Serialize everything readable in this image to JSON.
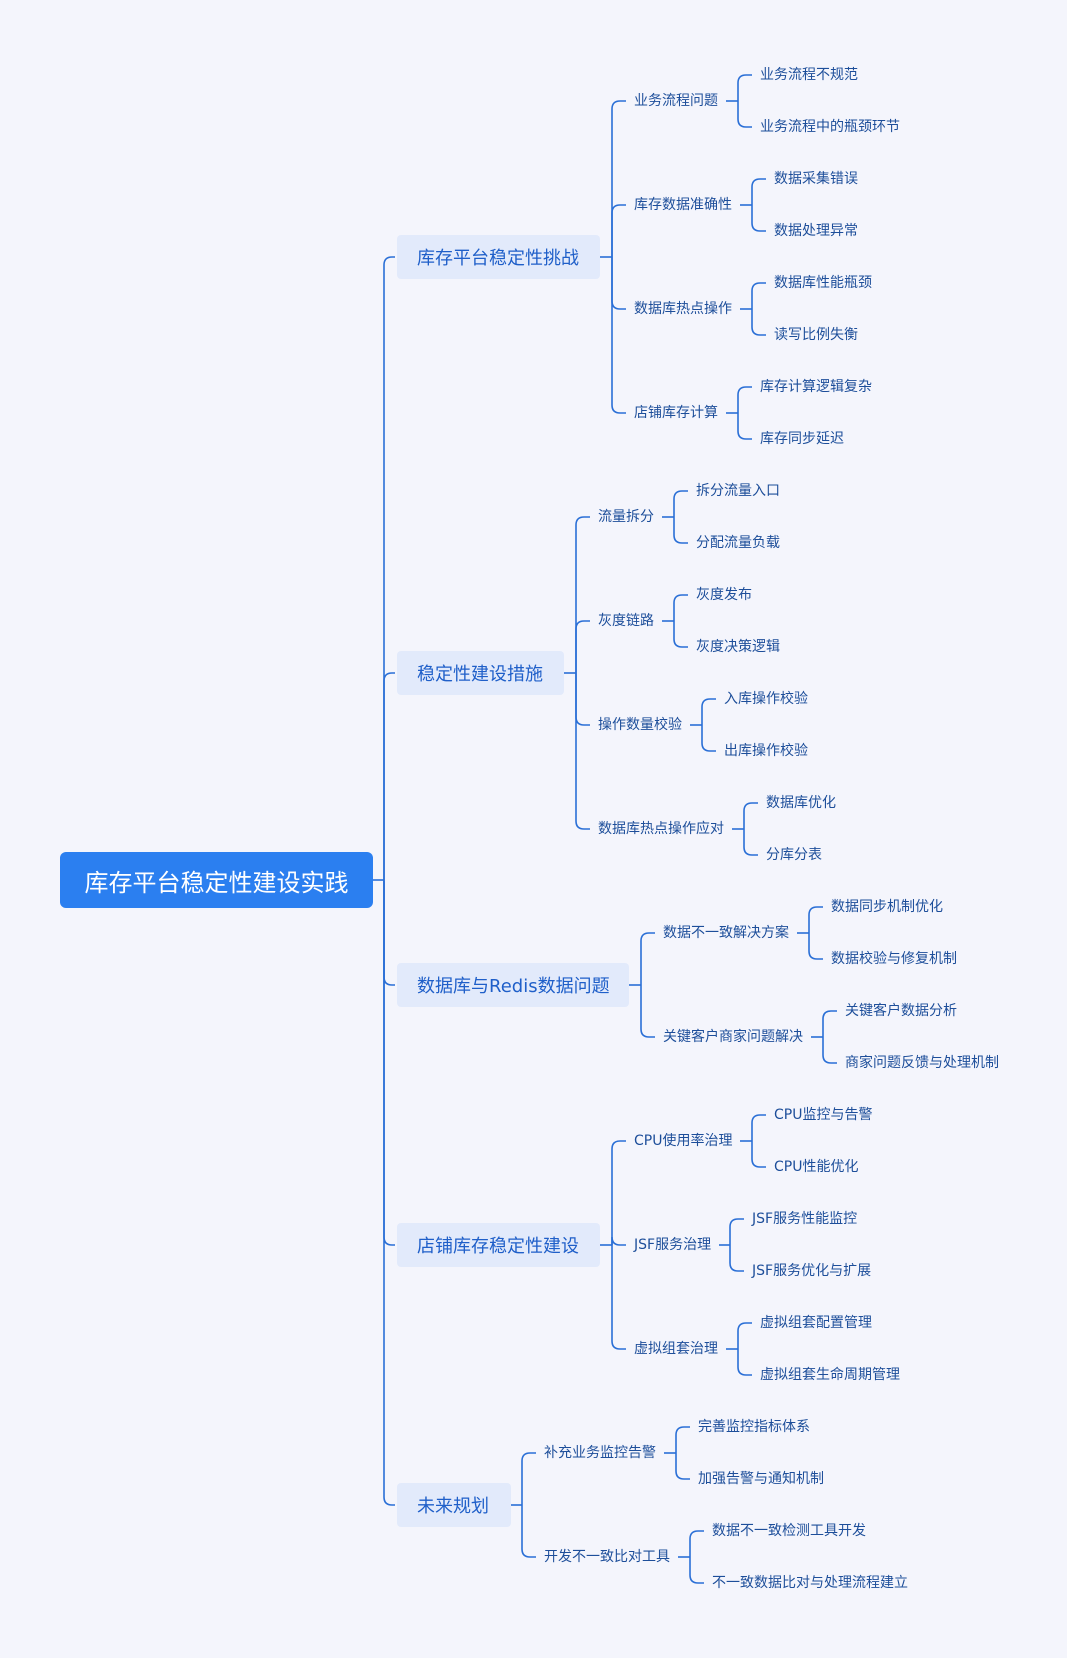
{
  "root": "库存平台稳定性建设实践",
  "branches": [
    {
      "label": "库存平台稳定性挑战",
      "children": [
        {
          "label": "业务流程问题",
          "children": [
            "业务流程不规范",
            "业务流程中的瓶颈环节"
          ]
        },
        {
          "label": "库存数据准确性",
          "children": [
            "数据采集错误",
            "数据处理异常"
          ]
        },
        {
          "label": "数据库热点操作",
          "children": [
            "数据库性能瓶颈",
            "读写比例失衡"
          ]
        },
        {
          "label": "店铺库存计算",
          "children": [
            "库存计算逻辑复杂",
            "库存同步延迟"
          ]
        }
      ]
    },
    {
      "label": "稳定性建设措施",
      "children": [
        {
          "label": "流量拆分",
          "children": [
            "拆分流量入口",
            "分配流量负载"
          ]
        },
        {
          "label": "灰度链路",
          "children": [
            "灰度发布",
            "灰度决策逻辑"
          ]
        },
        {
          "label": "操作数量校验",
          "children": [
            "入库操作校验",
            "出库操作校验"
          ]
        },
        {
          "label": "数据库热点操作应对",
          "children": [
            "数据库优化",
            "分库分表"
          ]
        }
      ]
    },
    {
      "label": "数据库与Redis数据问题",
      "children": [
        {
          "label": "数据不一致解决方案",
          "children": [
            "数据同步机制优化",
            "数据校验与修复机制"
          ]
        },
        {
          "label": "关键客户商家问题解决",
          "children": [
            "关键客户数据分析",
            "商家问题反馈与处理机制"
          ]
        }
      ]
    },
    {
      "label": "店铺库存稳定性建设",
      "children": [
        {
          "label": "CPU使用率治理",
          "children": [
            "CPU监控与告警",
            "CPU性能优化"
          ]
        },
        {
          "label": "JSF服务治理",
          "children": [
            "JSF服务性能监控",
            "JSF服务优化与扩展"
          ]
        },
        {
          "label": "虚拟组套治理",
          "children": [
            "虚拟组套配置管理",
            "虚拟组套生命周期管理"
          ]
        }
      ]
    },
    {
      "label": "未来规划",
      "children": [
        {
          "label": "补充业务监控告警",
          "children": [
            "完善监控指标体系",
            "加强告警与通知机制"
          ]
        },
        {
          "label": "开发不一致比对工具",
          "children": [
            "数据不一致检测工具开发",
            "不一致数据比对与处理流程建立"
          ]
        }
      ]
    }
  ]
}
